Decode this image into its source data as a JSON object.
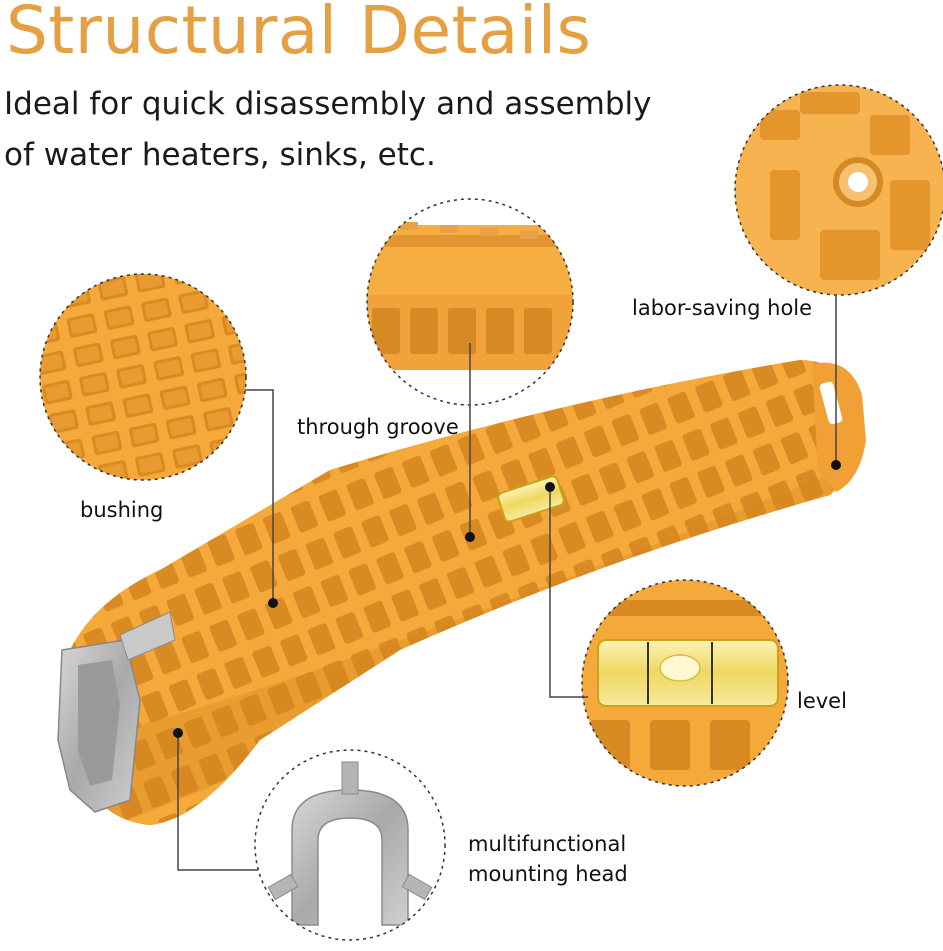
{
  "title": "Structural Details",
  "subtitle_line1": "Ideal for quick disassembly and assembly",
  "subtitle_line2": "of water heaters, sinks, etc.",
  "labels": {
    "labor_saving_hole": "labor-saving hole",
    "through_groove": "through groove",
    "bushing": "bushing",
    "level": "level",
    "mounting_head_line1": "multifunctional",
    "mounting_head_line2": "mounting head"
  },
  "colors": {
    "title": "#e4a043",
    "tool_body": "#f5a93a",
    "tool_shadow": "#d4841c",
    "metal": "#b8b8b8",
    "level_vial": "#f3e27a"
  }
}
